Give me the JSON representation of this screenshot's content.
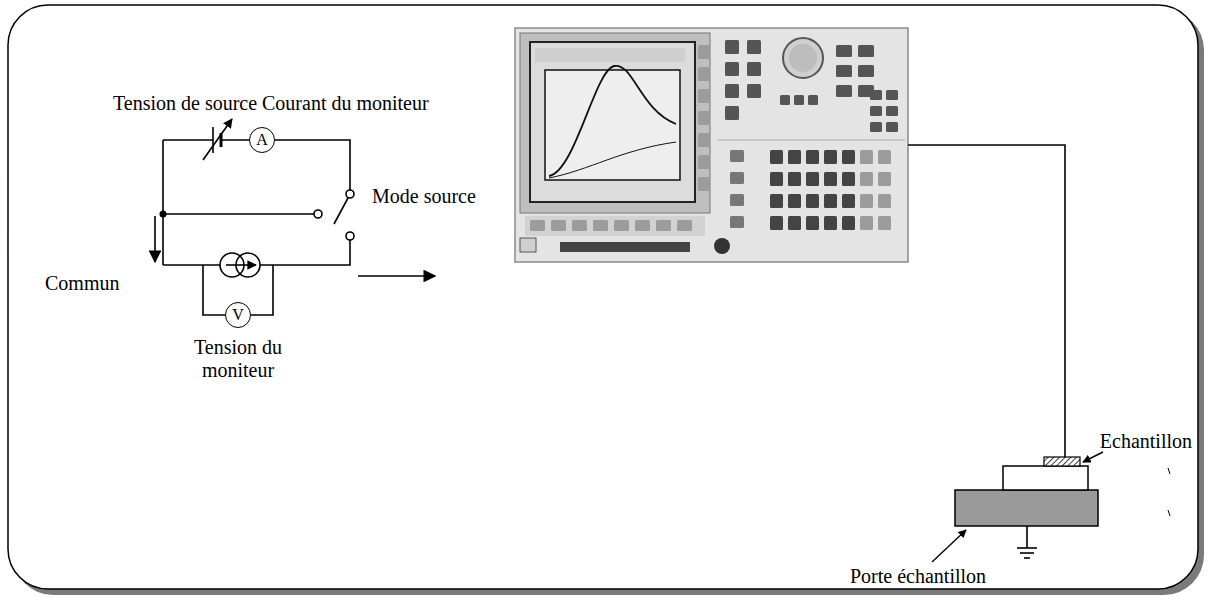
{
  "diagram": {
    "nodes": [
      {
        "text": [
          "A"
        ]
      },
      {
        "text": [
          "V"
        ]
      }
    ],
    "labels": [
      "Tension de source",
      "Courant du moniteur",
      "Mode source",
      "Commun",
      "Tension du moniteur",
      "Echantillon",
      "Porte échantillon"
    ]
  }
}
